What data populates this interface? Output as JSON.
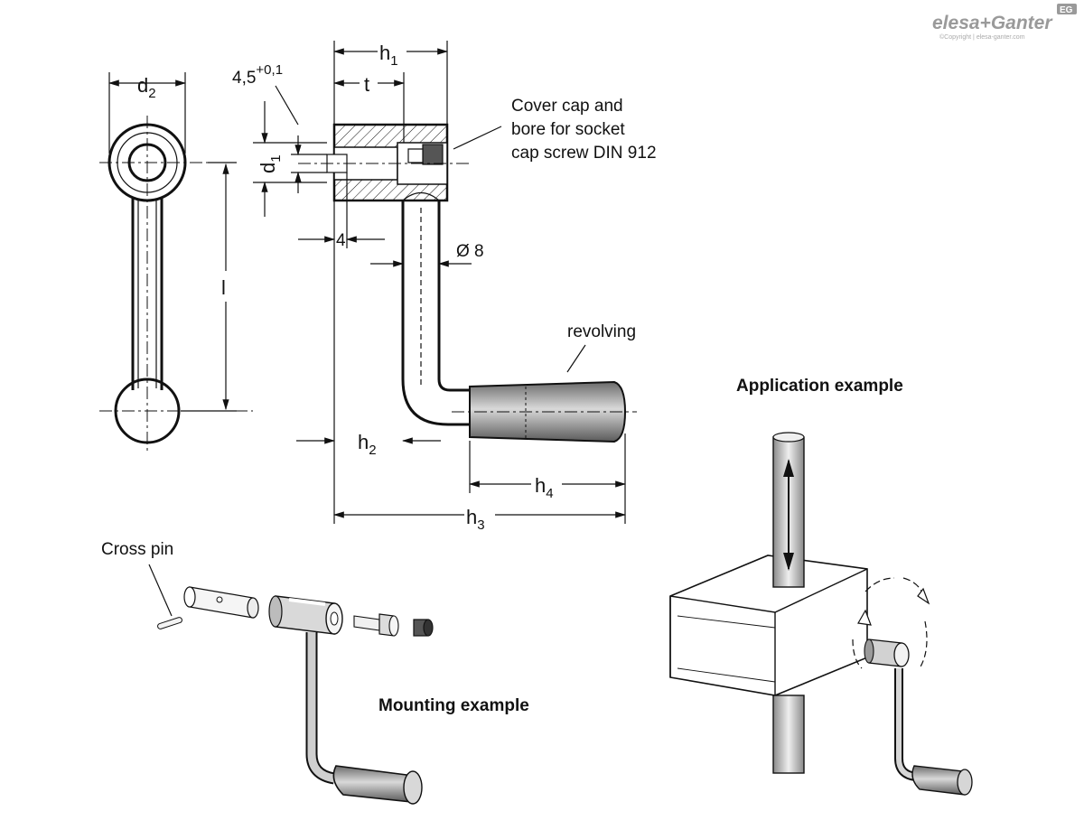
{
  "brand": {
    "logo_text": "elesa+Ganter",
    "badge_text": "EG",
    "copyright": "©Copyright | elesa-ganter.com"
  },
  "dimensions": {
    "d2": {
      "main": "d",
      "sub": "2"
    },
    "h1": {
      "main": "h",
      "sub": "1"
    },
    "t": "t",
    "tolerance_base": "4,5",
    "tolerance_sup": "+0,1",
    "d1": {
      "main": "d",
      "sub": "1"
    },
    "l": "l",
    "four": "4",
    "diameter": "Ø 8",
    "h2": {
      "main": "h",
      "sub": "2"
    },
    "h4": {
      "main": "h",
      "sub": "4"
    },
    "h3": {
      "main": "h",
      "sub": "3"
    }
  },
  "annotations": {
    "cover_cap": [
      "Cover cap and",
      "bore for socket",
      "cap screw DIN 912"
    ],
    "revolving": "revolving",
    "cross_pin": "Cross pin"
  },
  "headings": {
    "application": "Application example",
    "mounting": "Mounting example"
  }
}
